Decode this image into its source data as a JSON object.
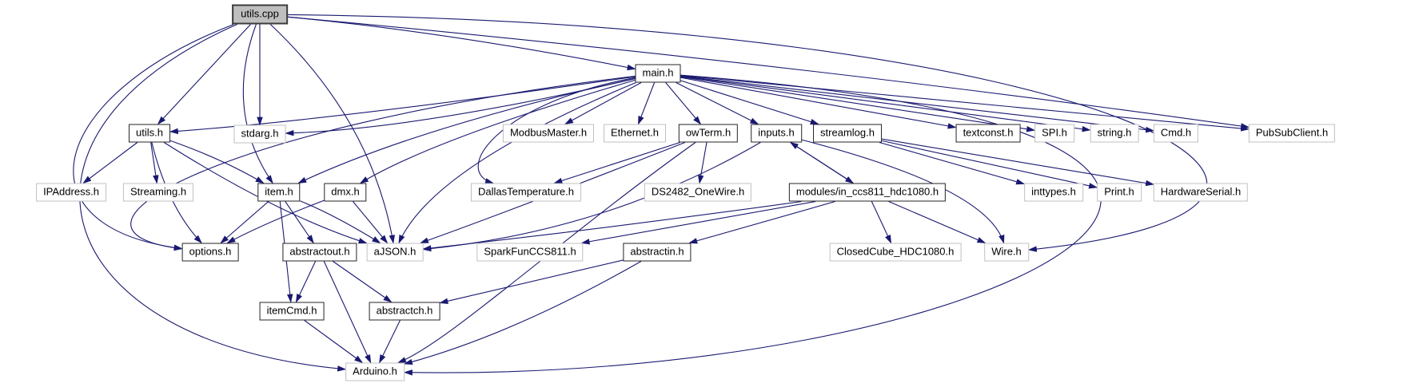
{
  "diagram": {
    "type": "include-dependency-graph",
    "root_file": "utils.cpp",
    "colors": {
      "edge": "#191970",
      "root_fill": "#bfbfbf",
      "project_node_border": "#242424",
      "external_node_border": "#c0c0c0"
    },
    "nodes": [
      {
        "id": "utils_cpp",
        "label": "utils.cpp",
        "kind": "root"
      },
      {
        "id": "main_h",
        "label": "main.h",
        "kind": "doc"
      },
      {
        "id": "utils_h",
        "label": "utils.h",
        "kind": "doc"
      },
      {
        "id": "stdarg_h",
        "label": "stdarg.h",
        "kind": "ext"
      },
      {
        "id": "modbusmaster_h",
        "label": "ModbusMaster.h",
        "kind": "ext"
      },
      {
        "id": "ethernet_h",
        "label": "Ethernet.h",
        "kind": "ext"
      },
      {
        "id": "owterm_h",
        "label": "owTerm.h",
        "kind": "doc"
      },
      {
        "id": "inputs_h",
        "label": "inputs.h",
        "kind": "doc"
      },
      {
        "id": "streamlog_h",
        "label": "streamlog.h",
        "kind": "doc"
      },
      {
        "id": "textconst_h",
        "label": "textconst.h",
        "kind": "doc"
      },
      {
        "id": "spi_h",
        "label": "SPI.h",
        "kind": "ext"
      },
      {
        "id": "string_h",
        "label": "string.h",
        "kind": "ext"
      },
      {
        "id": "cmd_h",
        "label": "Cmd.h",
        "kind": "ext"
      },
      {
        "id": "pubsubclient_h",
        "label": "PubSubClient.h",
        "kind": "ext"
      },
      {
        "id": "ipaddress_h",
        "label": "IPAddress.h",
        "kind": "ext"
      },
      {
        "id": "streaming_h",
        "label": "Streaming.h",
        "kind": "ext"
      },
      {
        "id": "item_h",
        "label": "item.h",
        "kind": "doc"
      },
      {
        "id": "dmx_h",
        "label": "dmx.h",
        "kind": "doc"
      },
      {
        "id": "dallastemperature_h",
        "label": "DallasTemperature.h",
        "kind": "ext"
      },
      {
        "id": "ds2482_onewire_h",
        "label": "DS2482_OneWire.h",
        "kind": "ext"
      },
      {
        "id": "modules_h",
        "label": "modules/in_ccs811_hdc1080.h",
        "kind": "doc"
      },
      {
        "id": "inttypes_h",
        "label": "inttypes.h",
        "kind": "ext"
      },
      {
        "id": "print_h",
        "label": "Print.h",
        "kind": "ext"
      },
      {
        "id": "hardwareserial_h",
        "label": "HardwareSerial.h",
        "kind": "ext"
      },
      {
        "id": "options_h",
        "label": "options.h",
        "kind": "doc"
      },
      {
        "id": "abstractout_h",
        "label": "abstractout.h",
        "kind": "doc"
      },
      {
        "id": "ajson_h",
        "label": "aJSON.h",
        "kind": "ext"
      },
      {
        "id": "sparkfunccs811_h",
        "label": "SparkFunCCS811.h",
        "kind": "ext"
      },
      {
        "id": "abstractin_h",
        "label": "abstractin.h",
        "kind": "doc"
      },
      {
        "id": "closedcube_h",
        "label": "ClosedCube_HDC1080.h",
        "kind": "ext"
      },
      {
        "id": "wire_h",
        "label": "Wire.h",
        "kind": "ext"
      },
      {
        "id": "itemcmd_h",
        "label": "itemCmd.h",
        "kind": "doc"
      },
      {
        "id": "abstractch_h",
        "label": "abstractch.h",
        "kind": "doc"
      },
      {
        "id": "arduino_h",
        "label": "Arduino.h",
        "kind": "ext"
      }
    ],
    "edges": [
      {
        "from": "utils_cpp",
        "to": "main_h",
        "via": [
          560,
          40
        ]
      },
      {
        "from": "utils_cpp",
        "to": "utils_h"
      },
      {
        "from": "utils_cpp",
        "to": "stdarg_h"
      },
      {
        "from": "utils_cpp",
        "to": "item_h",
        "via": [
          280,
          140
        ]
      },
      {
        "from": "utils_cpp",
        "to": "options_h",
        "via": [
          [
            60,
            120
          ],
          [
            18,
            285
          ]
        ]
      },
      {
        "from": "utils_cpp",
        "to": "arduino_h",
        "via": [
          [
            -20,
            170
          ],
          [
            60,
            430
          ]
        ]
      },
      {
        "from": "utils_cpp",
        "to": "ajson_h",
        "via": [
          465,
          150
        ]
      },
      {
        "from": "utils_cpp",
        "to": "wire_h",
        "via": [
          [
            1400,
            30
          ],
          [
            1800,
            260
          ]
        ]
      },
      {
        "from": "utils_cpp",
        "to": "pubsubclient_h",
        "via": [
          1000,
          80
        ]
      },
      {
        "from": "main_h",
        "to": "utils_h",
        "via": [
          420,
          150
        ]
      },
      {
        "from": "main_h",
        "to": "stdarg_h",
        "via": [
          520,
          162
        ]
      },
      {
        "from": "main_h",
        "to": "modbusmaster_h"
      },
      {
        "from": "main_h",
        "to": "ethernet_h"
      },
      {
        "from": "main_h",
        "to": "owterm_h"
      },
      {
        "from": "main_h",
        "to": "inputs_h"
      },
      {
        "from": "main_h",
        "to": "streamlog_h"
      },
      {
        "from": "main_h",
        "to": "textconst_h"
      },
      {
        "from": "main_h",
        "to": "spi_h"
      },
      {
        "from": "main_h",
        "to": "string_h"
      },
      {
        "from": "main_h",
        "to": "cmd_h"
      },
      {
        "from": "main_h",
        "to": "pubsubclient_h"
      },
      {
        "from": "main_h",
        "to": "item_h",
        "via": [
          520,
          160
        ]
      },
      {
        "from": "main_h",
        "to": "dmx_h",
        "via": [
          540,
          175
        ]
      },
      {
        "from": "main_h",
        "to": "options_h",
        "via": [
          [
            260,
            160
          ],
          [
            45,
            290
          ]
        ]
      },
      {
        "from": "main_h",
        "to": "ajson_h",
        "via": [
          540,
          210
        ]
      },
      {
        "from": "main_h",
        "to": "dallastemperature_h",
        "via": [
          [
            620,
            130
          ],
          [
            565,
            215
          ]
        ]
      },
      {
        "from": "main_h",
        "to": "arduino_h",
        "via": [
          [
            1850,
            170
          ],
          [
            1250,
            480
          ]
        ]
      },
      {
        "from": "utils_h",
        "to": "ipaddress_h"
      },
      {
        "from": "utils_h",
        "to": "streaming_h"
      },
      {
        "from": "utils_h",
        "to": "item_h",
        "via": [
          280,
          200
        ]
      },
      {
        "from": "utils_h",
        "to": "options_h",
        "via": [
          210,
          260
        ]
      },
      {
        "from": "utils_h",
        "to": "ajson_h",
        "via": [
          350,
          270
        ]
      },
      {
        "from": "item_h",
        "to": "options_h"
      },
      {
        "from": "item_h",
        "to": "itemcmd_h"
      },
      {
        "from": "item_h",
        "to": "abstractout_h"
      },
      {
        "from": "item_h",
        "to": "ajson_h",
        "via": [
          420,
          270
        ]
      },
      {
        "from": "dmx_h",
        "to": "options_h",
        "via": [
          330,
          280
        ]
      },
      {
        "from": "dmx_h",
        "to": "ajson_h"
      },
      {
        "from": "owterm_h",
        "to": "dallastemperature_h"
      },
      {
        "from": "owterm_h",
        "to": "ds2482_onewire_h"
      },
      {
        "from": "owterm_h",
        "to": "ajson_h",
        "via": [
          650,
          260
        ]
      },
      {
        "from": "owterm_h",
        "to": "arduino_h",
        "via": [
          [
            700,
            300
          ],
          [
            560,
            430
          ]
        ]
      },
      {
        "from": "inputs_h",
        "to": "modules_h"
      },
      {
        "from": "inputs_h",
        "to": "ajson_h",
        "via": [
          760,
          290
        ]
      },
      {
        "from": "inputs_h",
        "to": "wire_h",
        "via": [
          1235,
          235
        ]
      },
      {
        "from": "streamlog_h",
        "to": "inttypes_h"
      },
      {
        "from": "streamlog_h",
        "to": "print_h"
      },
      {
        "from": "streamlog_h",
        "to": "hardwareserial_h"
      },
      {
        "from": "modules_h",
        "to": "inputs_h"
      },
      {
        "from": "modules_h",
        "to": "sparkfunccs811_h"
      },
      {
        "from": "modules_h",
        "to": "abstractin_h"
      },
      {
        "from": "modules_h",
        "to": "closedcube_h"
      },
      {
        "from": "modules_h",
        "to": "wire_h"
      },
      {
        "from": "modules_h",
        "to": "ajson_h",
        "via": [
          770,
          285
        ]
      },
      {
        "from": "abstractin_h",
        "to": "abstractch_h"
      },
      {
        "from": "abstractin_h",
        "to": "arduino_h",
        "via": [
          640,
          420
        ]
      },
      {
        "from": "abstractout_h",
        "to": "itemcmd_h"
      },
      {
        "from": "abstractout_h",
        "to": "abstractch_h"
      },
      {
        "from": "abstractout_h",
        "to": "arduino_h"
      },
      {
        "from": "abstractch_h",
        "to": "arduino_h"
      },
      {
        "from": "itemcmd_h",
        "to": "arduino_h"
      }
    ]
  }
}
